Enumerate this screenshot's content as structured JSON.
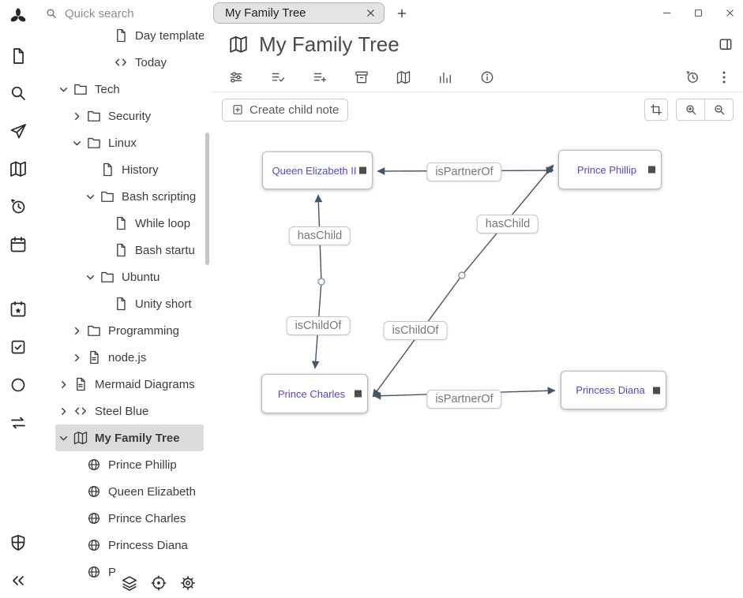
{
  "colors": {
    "accent": "#4f49cb",
    "edge_line": "#44546a",
    "selection_bg": "#dcdcdc",
    "tab_bg": "#e4e4e4"
  },
  "tab_bar": {
    "tab_title": "My Family Tree"
  },
  "header": {
    "title": "My Family Tree"
  },
  "sidebar": {
    "search_placeholder": "Quick search",
    "tree": [
      {
        "label": "Day template",
        "icon": "note"
      },
      {
        "label": "Today",
        "icon": "code"
      },
      {
        "label": "Tech",
        "icon": "folder",
        "expanded": true
      },
      {
        "label": "Security",
        "icon": "folder",
        "expanded": false
      },
      {
        "label": "Linux",
        "icon": "folder",
        "expanded": true
      },
      {
        "label": "History",
        "icon": "note"
      },
      {
        "label": "Bash scripting",
        "icon": "folder",
        "expanded": true
      },
      {
        "label": "While loop",
        "icon": "note"
      },
      {
        "label": "Bash startu",
        "icon": "note"
      },
      {
        "label": "Ubuntu",
        "icon": "folder",
        "expanded": true
      },
      {
        "label": "Unity short",
        "icon": "note"
      },
      {
        "label": "Programming",
        "icon": "folder",
        "expanded": false
      },
      {
        "label": "node.js",
        "icon": "note-text",
        "expanded": false
      },
      {
        "label": "Mermaid Diagrams",
        "icon": "note-text",
        "expanded": false
      },
      {
        "label": "Steel Blue",
        "icon": "code",
        "expanded": false
      },
      {
        "label": "My Family Tree",
        "icon": "map",
        "expanded": true,
        "selected": true
      },
      {
        "label": "Prince Phillip",
        "icon": "globe"
      },
      {
        "label": "Queen Elizabeth",
        "icon": "globe"
      },
      {
        "label": "Prince Charles",
        "icon": "globe"
      },
      {
        "label": "Princess Diana",
        "icon": "globe"
      },
      {
        "label": "P",
        "icon": "globe"
      }
    ]
  },
  "ribbon_icons": [
    "tune",
    "list-check",
    "list-plus",
    "archive",
    "book",
    "bar-chart",
    "info",
    "history",
    "kebab-menu"
  ],
  "rail_icons": [
    "trilium-logo",
    "note",
    "search",
    "send",
    "book",
    "history",
    "calendar",
    "calendar-star",
    "tasks",
    "circle",
    "transfer",
    "shield",
    "collapse-pane"
  ],
  "map_toolbar": {
    "create_child_note": "Create child note"
  },
  "map": {
    "nodes": [
      {
        "label": "Queen Elizabeth II"
      },
      {
        "label": "Prince Phillip"
      },
      {
        "label": "Prince Charles"
      },
      {
        "label": "Princess Diana"
      }
    ],
    "edges": [
      {
        "between": [
          "Queen Elizabeth II",
          "Prince Phillip"
        ],
        "labels": [
          "isPartnerOf"
        ]
      },
      {
        "between": [
          "Queen Elizabeth II",
          "Prince Charles"
        ],
        "labels": [
          "hasChild",
          "isChildOf"
        ]
      },
      {
        "between": [
          "Prince Phillip",
          "Prince Charles"
        ],
        "labels": [
          "hasChild",
          "isChildOf"
        ]
      },
      {
        "between": [
          "Prince Charles",
          "Princess Diana"
        ],
        "labels": [
          "isPartnerOf"
        ]
      }
    ]
  }
}
